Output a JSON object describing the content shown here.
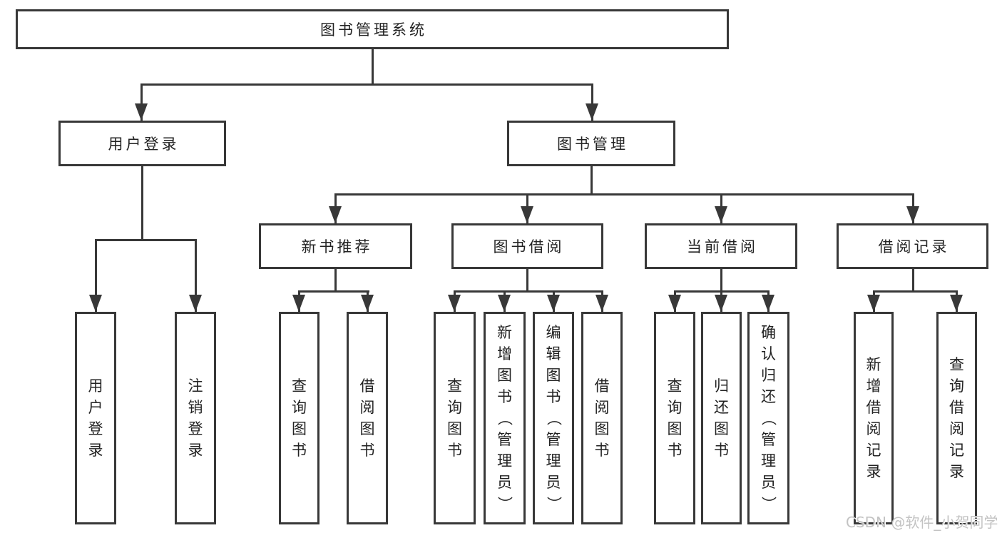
{
  "diagram": {
    "type": "hierarchy-tree",
    "root": {
      "label": "图书管理系统",
      "children": [
        {
          "label": "用户登录",
          "children": [
            {
              "label": "用户登录"
            },
            {
              "label": "注销登录"
            }
          ]
        },
        {
          "label": "图书管理",
          "children": [
            {
              "label": "新书推荐",
              "children": [
                {
                  "label": "查询图书"
                },
                {
                  "label": "借阅图书"
                }
              ]
            },
            {
              "label": "图书借阅",
              "children": [
                {
                  "label": "查询图书"
                },
                {
                  "label": "新增图书（管理员）"
                },
                {
                  "label": "编辑图书（管理员）"
                },
                {
                  "label": "借阅图书"
                }
              ]
            },
            {
              "label": "当前借阅",
              "children": [
                {
                  "label": "查询图书"
                },
                {
                  "label": "归还图书"
                },
                {
                  "label": "确认归还（管理员）"
                }
              ]
            },
            {
              "label": "借阅记录",
              "children": [
                {
                  "label": "新增借阅记录"
                },
                {
                  "label": "查询借阅记录"
                }
              ]
            }
          ]
        }
      ]
    }
  },
  "watermark": {
    "text": "CSDN @软件_小贺同学",
    "color": "#c3c3c3"
  },
  "colors": {
    "line": "#383838",
    "box_border": "#383838",
    "text": "#222222",
    "background": "#ffffff"
  }
}
